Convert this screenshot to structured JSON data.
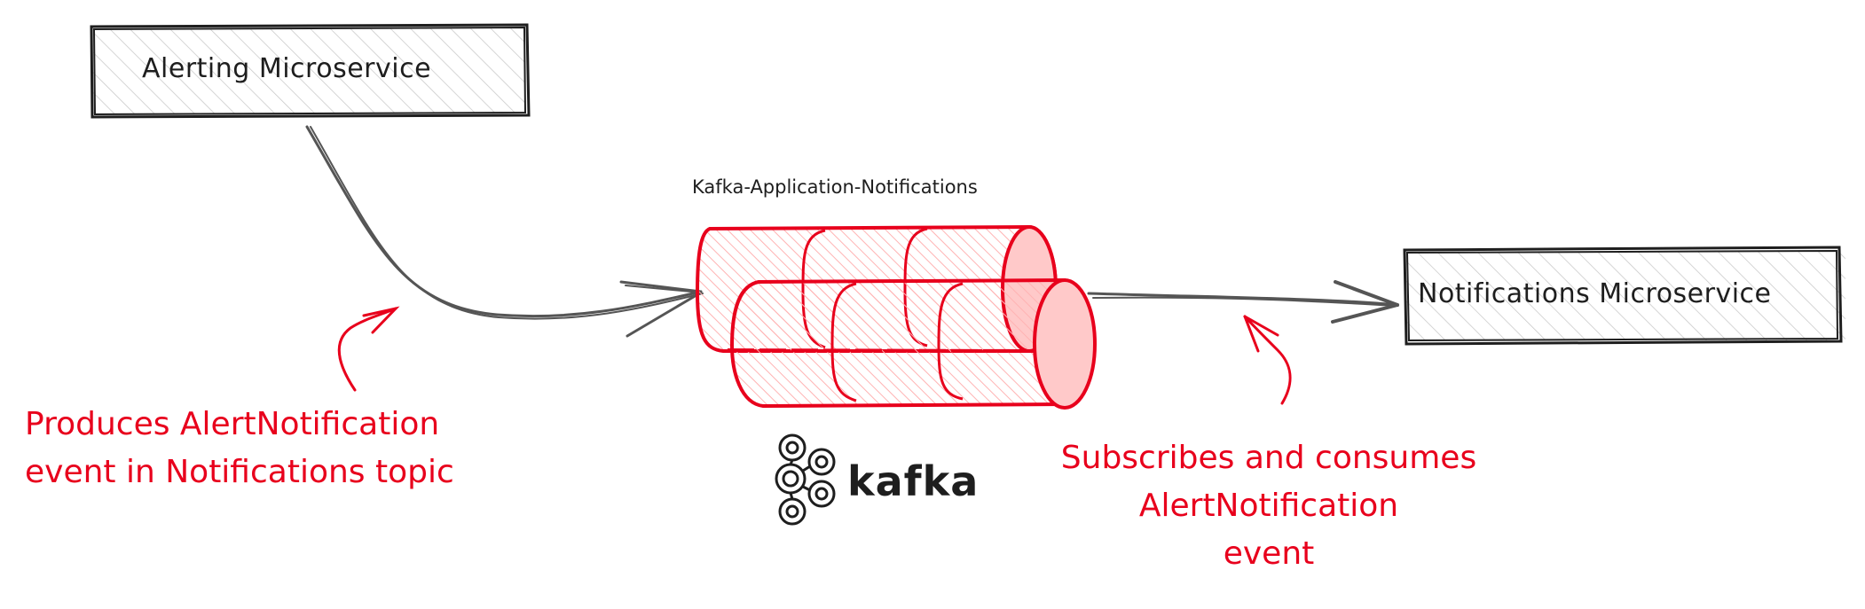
{
  "diagram": {
    "colors": {
      "ink": "#1e1e1e",
      "arrow": "#555555",
      "accent": "#e8001c",
      "accent_fill": "#ffc9c9",
      "hatch": "#bfbfbf",
      "background": "#ffffff"
    },
    "nodes": {
      "alerting_service": {
        "label": "Alerting Microservice"
      },
      "notifications_service": {
        "label": "Notifications Microservice"
      },
      "kafka_topic": {
        "label": "Kafka-Application-Notifications",
        "shape": "stacked-cylinders"
      }
    },
    "logo": {
      "icon": "kafka-logo-icon",
      "text": "kafka"
    },
    "annotations": {
      "producer": {
        "lines": [
          "Produces AlertNotification",
          "event in Notifications topic"
        ]
      },
      "consumer": {
        "lines": [
          "Subscribes and consumes",
          "AlertNotification",
          "event"
        ]
      }
    },
    "edges": [
      {
        "from": "alerting_service",
        "to": "kafka_topic",
        "style": "curved-arrow"
      },
      {
        "from": "kafka_topic",
        "to": "notifications_service",
        "style": "straight-arrow"
      }
    ]
  }
}
